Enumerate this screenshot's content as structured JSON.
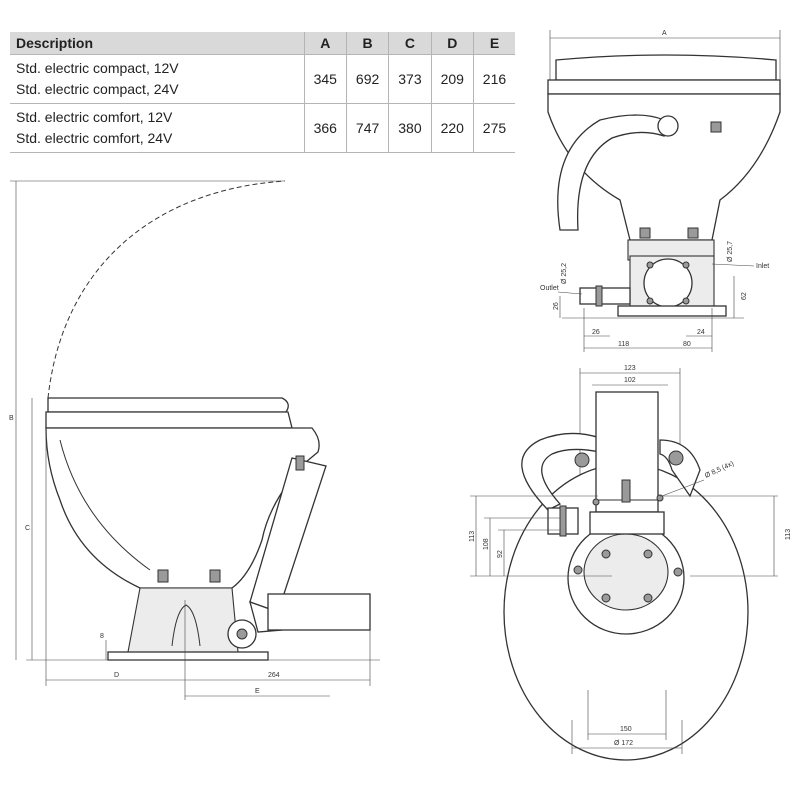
{
  "table": {
    "headers": [
      "Description",
      "A",
      "B",
      "C",
      "D",
      "E"
    ],
    "rows": [
      {
        "description": [
          "Std. electric compact, 12V",
          "Std. electric compact, 24V"
        ],
        "A": "345",
        "B": "692",
        "C": "373",
        "D": "209",
        "E": "216"
      },
      {
        "description": [
          "Std. electric comfort, 12V",
          "Std. electric comfort, 24V"
        ],
        "A": "366",
        "B": "747",
        "C": "380",
        "D": "220",
        "E": "275"
      }
    ]
  },
  "drawings": {
    "side_view": {
      "label_b": "B",
      "label_c": "C",
      "label_d": "D",
      "label_e": "E",
      "dim_264": "264",
      "dim_8": "8"
    },
    "front_view": {
      "label_a": "A",
      "outlet": "Outlet",
      "inlet": "Inlet",
      "dia_252": "Ø 25,2",
      "dia_257": "Ø 25,7",
      "dim_26_h": "26",
      "dim_62": "62",
      "dim_26_w": "26",
      "dim_24": "24",
      "dim_118": "118",
      "dim_80": "80"
    },
    "top_view": {
      "dim_123": "123",
      "dim_102": "102",
      "hole": "Ø 8,5 (4x)",
      "dim_113_left": "113",
      "dim_108": "108",
      "dim_92": "92",
      "dim_113_right": "113",
      "dim_150": "150",
      "dia_172": "Ø 172"
    }
  }
}
